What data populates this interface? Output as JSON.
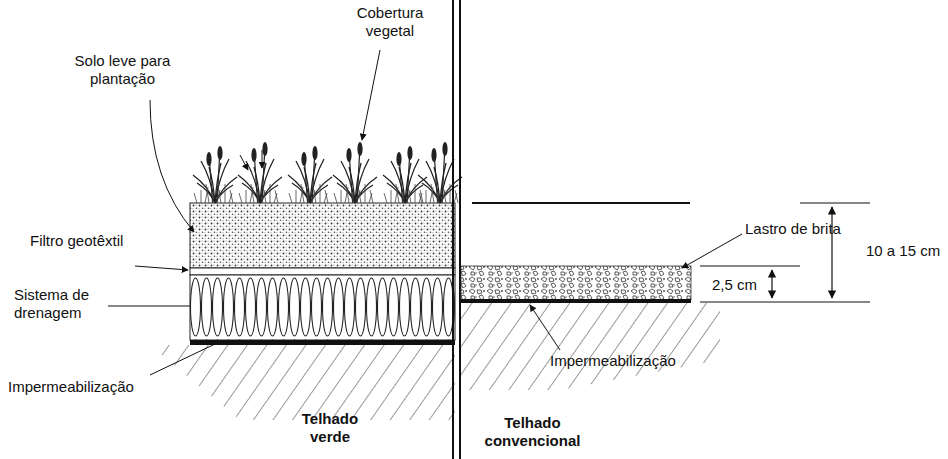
{
  "diagram": {
    "labels": [
      "Cobertura vegetal",
      "Solo leve para plantação",
      "Filtro geotêxtil",
      "Sistema de drenagem",
      "Impermeabilização",
      "Lastro de brita",
      "2,5 cm",
      "10 a 15 cm",
      "Impermeabilização",
      "Telhado verde",
      "Telhado convencional"
    ]
  }
}
